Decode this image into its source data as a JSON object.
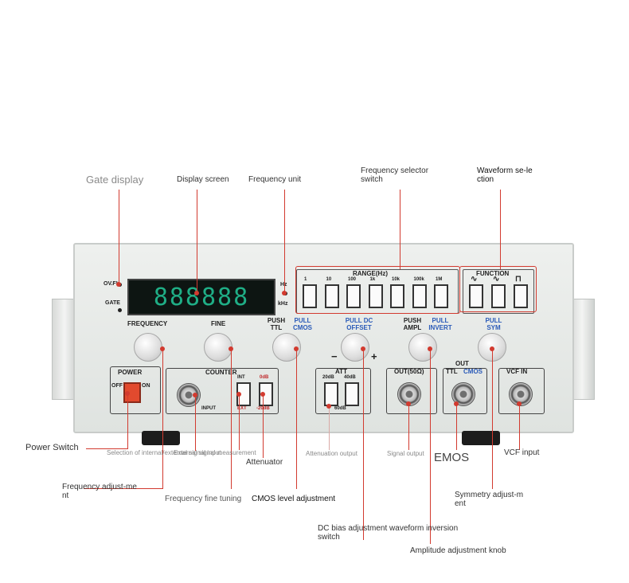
{
  "callouts": {
    "gate_display": "Gate display",
    "display_screen": "Display screen",
    "frequency_unit": "Frequency unit",
    "frequency_selector": "Frequency selector switch",
    "waveform_selection": "Waveform se-lection",
    "power_switch": "Power Switch",
    "internal_external_selection": "Selection of internal/external signal input",
    "external_measurement": "External signal measurement",
    "attenuator": "Attenuator",
    "attenuation_output": "Attenuation output",
    "signal_output": "Signal output",
    "emos": "EMOS",
    "vcf_input": "VCF input",
    "frequency_adjustment": "Frequency adjust-ment",
    "frequency_fine_tuning": "Frequency fine tuning",
    "cmos_level_adjustment": "CMOS level adjustment",
    "symmetry_adjustment": "Symmetry adjust-ment",
    "dc_bias_switch": "DC bias adjustment waveform inversion switch",
    "amplitude_knob": "Amplitude adjustment knob"
  },
  "panel": {
    "ovfl": "OV.FL",
    "gate": "GATE",
    "display_value": "888888",
    "unit_hz": "Hz",
    "unit_khz": "kHz",
    "range_title": "RANGE(Hz)",
    "range_keys": [
      "1",
      "10",
      "100",
      "1k",
      "10k",
      "100k",
      "1M"
    ],
    "function_title": "FUNCTION",
    "function_icons": [
      "sine-wave-icon",
      "triangle-wave-icon",
      "square-wave-icon"
    ],
    "function_glyphs": [
      "∿",
      "∿",
      "⊓"
    ],
    "frequency": "FREQUENCY",
    "fine": "FINE",
    "push_ttl": "PUSH TTL",
    "pull_cmos": "PULL CMOS",
    "pull_dc_offset": "PULL DC OFFSET",
    "minus": "−",
    "plus": "+",
    "push_ampl": "PUSH AMPL",
    "pull_invert": "PULL INVERT",
    "pull_sym": "PULL SYM",
    "power": "POWER",
    "off": "OFF",
    "on": "ON",
    "counter": "COUNTER",
    "int": "INT",
    "ext": "EXT",
    "odb": "0dB",
    "minus20db": "-20dB",
    "input": "INPUT",
    "att": "ATT",
    "att20": "20dB",
    "att40": "40dB",
    "att60": "60dB",
    "out_50": "OUT(50Ω)",
    "out": "OUT",
    "ttl": "TTL",
    "cmos": "CMOS",
    "vcf_in": "VCF IN"
  }
}
